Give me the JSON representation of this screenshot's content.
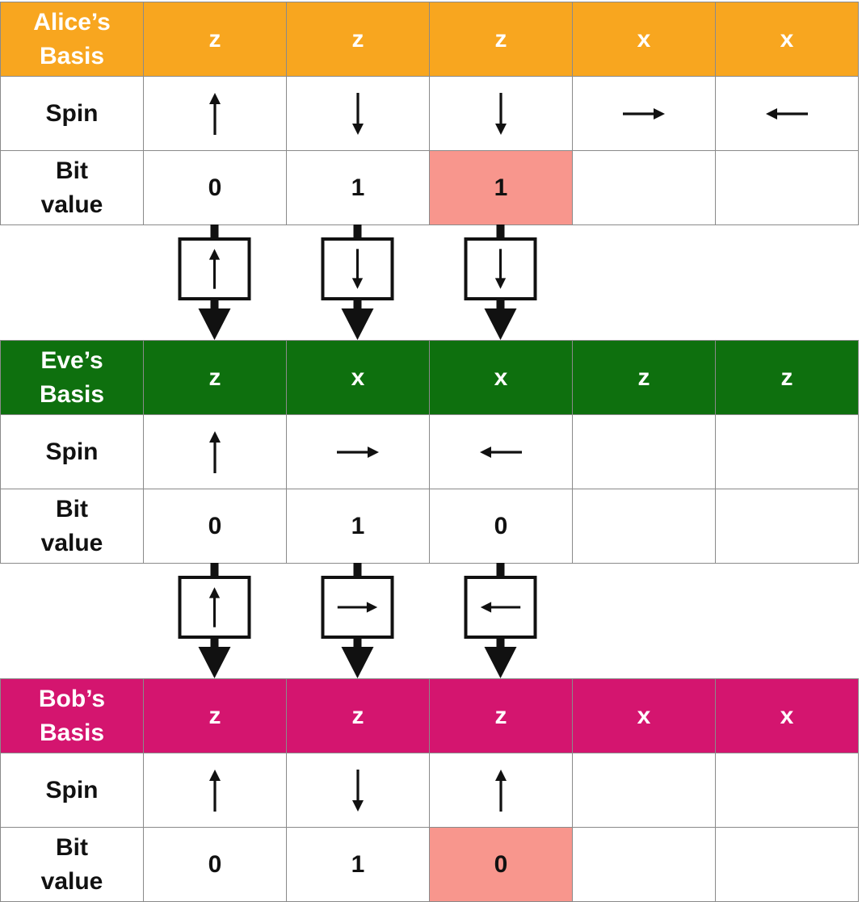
{
  "colors": {
    "alice": "#f8a61f",
    "eve": "#0e700e",
    "bob": "#d4156f",
    "highlight": "#f8968d"
  },
  "sections": [
    {
      "key": "alice",
      "label_line1": "Alice’s",
      "label_line2": "Basis",
      "bases": [
        "z",
        "z",
        "z",
        "x",
        "x"
      ],
      "spin_label": "Spin",
      "spins": [
        "up",
        "down",
        "down",
        "right",
        "left"
      ],
      "bit_label_line1": "Bit",
      "bit_label_line2": "value",
      "bits": [
        "0",
        "1",
        "1",
        "",
        ""
      ],
      "highlight_col": 2
    },
    {
      "key": "eve",
      "label_line1": "Eve’s",
      "label_line2": "Basis",
      "bases": [
        "z",
        "x",
        "x",
        "z",
        "z"
      ],
      "spin_label": "Spin",
      "spins": [
        "up",
        "right",
        "left",
        "",
        ""
      ],
      "bit_label_line1": "Bit",
      "bit_label_line2": "value",
      "bits": [
        "0",
        "1",
        "0",
        "",
        ""
      ],
      "highlight_col": -1
    },
    {
      "key": "bob",
      "label_line1": "Bob’s",
      "label_line2": "Basis",
      "bases": [
        "z",
        "z",
        "z",
        "x",
        "x"
      ],
      "spin_label": "Spin",
      "spins": [
        "up",
        "down",
        "up",
        "",
        ""
      ],
      "bit_label_line1": "Bit",
      "bit_label_line2": "value",
      "bits": [
        "0",
        "1",
        "0",
        "",
        ""
      ],
      "highlight_col": 2
    }
  ],
  "transmissions": [
    {
      "from": "alice",
      "to": "eve",
      "photons": [
        "up",
        "down",
        "down"
      ]
    },
    {
      "from": "eve",
      "to": "bob",
      "photons": [
        "up",
        "right",
        "left"
      ]
    }
  ]
}
